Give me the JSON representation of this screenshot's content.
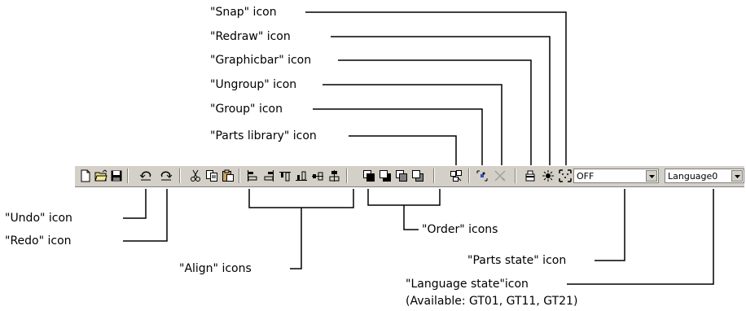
{
  "callouts": {
    "snap": "\"Snap\" icon",
    "redraw": "\"Redraw\" icon",
    "graphicbar": "\"Graphicbar\" icon",
    "ungroup": "\"Ungroup\" icon",
    "group": "\"Group\" icon",
    "parts_library": "\"Parts library\" icon",
    "undo": "\"Undo\" icon",
    "redo": "\"Redo\" icon",
    "order": "\"Order\" icons",
    "align": "\"Align\" icons",
    "parts_state": "\"Parts state\" icon",
    "language_state": "\"Language state\"icon",
    "language_available": "(Available: GT01, GT11, GT21)"
  },
  "toolbar": {
    "parts_state_value": "OFF",
    "language_value": "Language0",
    "icons": [
      "new-file-icon",
      "open-file-icon",
      "save-icon",
      "undo-icon",
      "redo-icon",
      "cut-icon",
      "copy-icon",
      "paste-icon",
      "align-left-icon",
      "align-right-icon",
      "align-top-icon",
      "align-bottom-icon",
      "align-horizontal-center-icon",
      "align-vertical-center-icon",
      "bring-to-front-icon",
      "send-to-back-icon",
      "bring-forward-icon",
      "send-backward-icon",
      "parts-library-icon",
      "group-icon",
      "ungroup-icon",
      "graphicbar-icon",
      "redraw-icon",
      "snap-icon"
    ]
  },
  "colors": {
    "toolbar_bg": "#d4d0c8",
    "line": "#000000"
  }
}
